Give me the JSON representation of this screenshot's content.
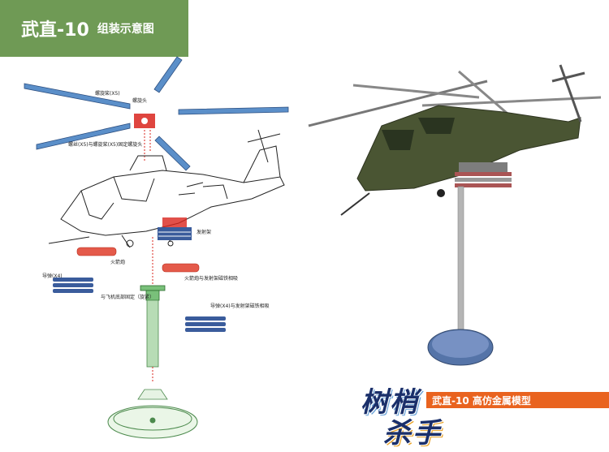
{
  "header": {
    "title": "武直-10",
    "subtitle": "组装示意图"
  },
  "diagram_labels": {
    "rotor_frame": "螺旋桨(X5)",
    "rotor_head": "螺旋头",
    "screw_fix": "螺丝(X5)与螺旋桨(X5)固定螺旋头",
    "launcher": "发射架",
    "cannon": "火箭炮",
    "missile_x4_left": "导弹(X4)",
    "cannon_magnet": "火箭炮与发射架磁铁相吸",
    "belly_fix": "与飞机底部固定（旋紧）",
    "missile_magnet": "导弹(X4)与发射架磁铁相吸"
  },
  "brand": {
    "line1": "树梢",
    "line2": "杀手"
  },
  "product_banner": "武直-10 高仿金属模型",
  "colors": {
    "header_bg": "#6f9a55",
    "banner_bg": "#e9631f",
    "model_green": "#4a5533",
    "blade_blue": "#5b8fc9",
    "red_part": "#d9241d"
  }
}
